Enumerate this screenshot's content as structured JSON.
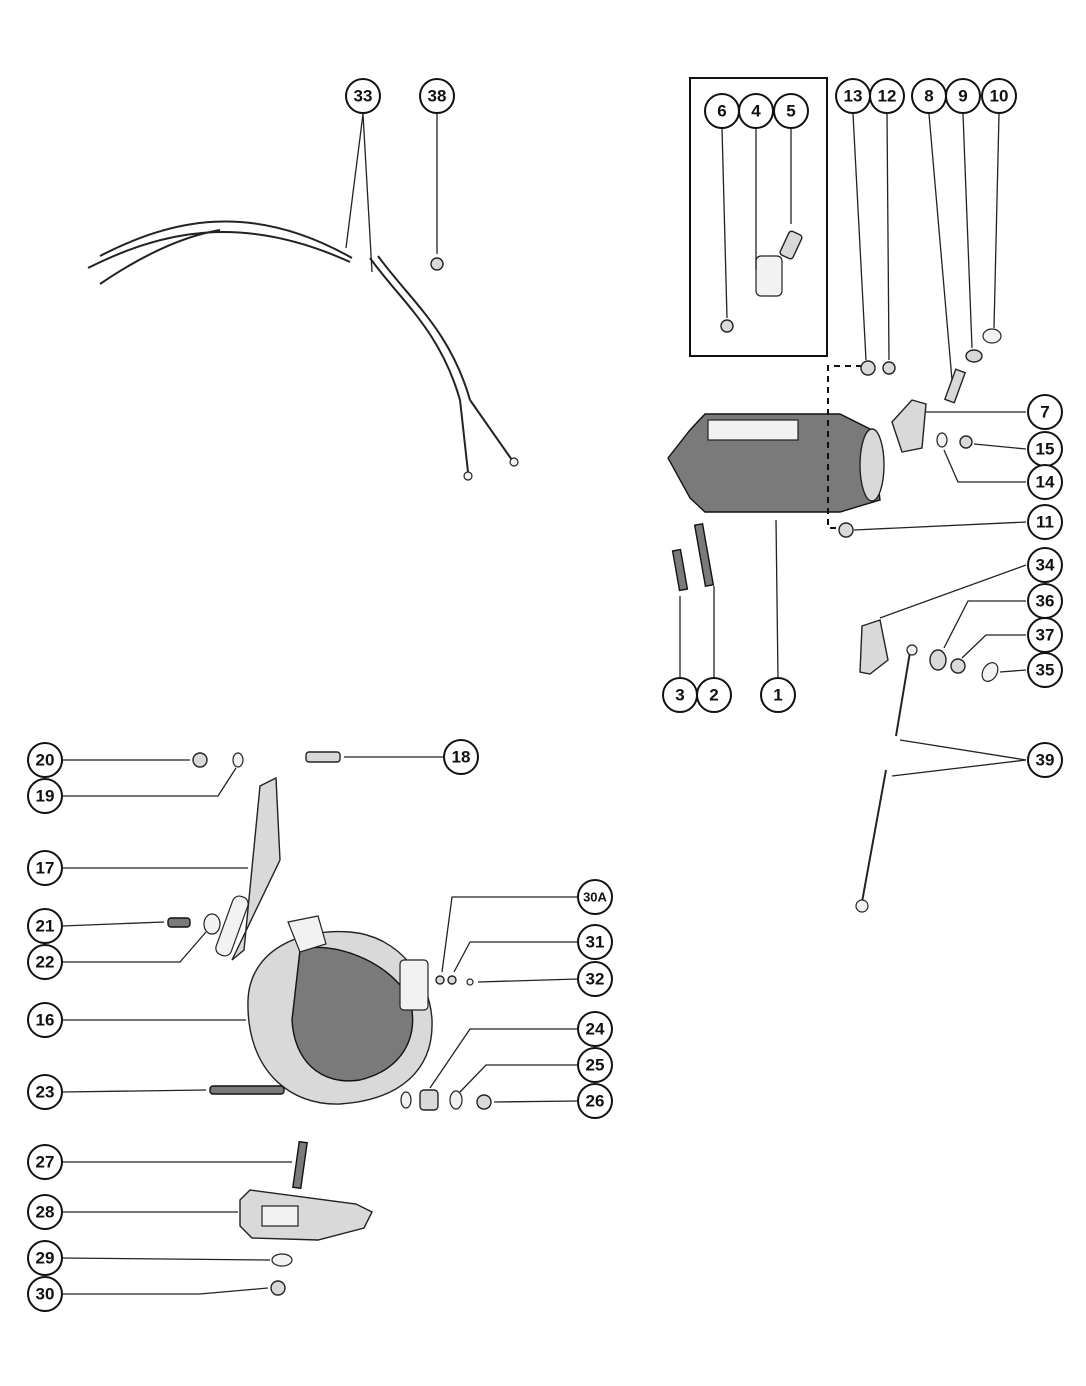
{
  "callouts": {
    "c1": "1",
    "c2": "2",
    "c3": "3",
    "c4": "4",
    "c5": "5",
    "c6": "6",
    "c7": "7",
    "c8": "8",
    "c9": "9",
    "c10": "10",
    "c11": "11",
    "c12": "12",
    "c13": "13",
    "c14": "14",
    "c15": "15",
    "c16": "16",
    "c17": "17",
    "c18": "18",
    "c19": "19",
    "c20": "20",
    "c21": "21",
    "c22": "22",
    "c23": "23",
    "c24": "24",
    "c25": "25",
    "c26": "26",
    "c27": "27",
    "c28": "28",
    "c29": "29",
    "c30": "30",
    "c30a": "30A",
    "c31": "31",
    "c32": "32",
    "c33": "33",
    "c34": "34",
    "c35": "35",
    "c36": "36",
    "c37": "37",
    "c38": "38",
    "c39": "39"
  }
}
